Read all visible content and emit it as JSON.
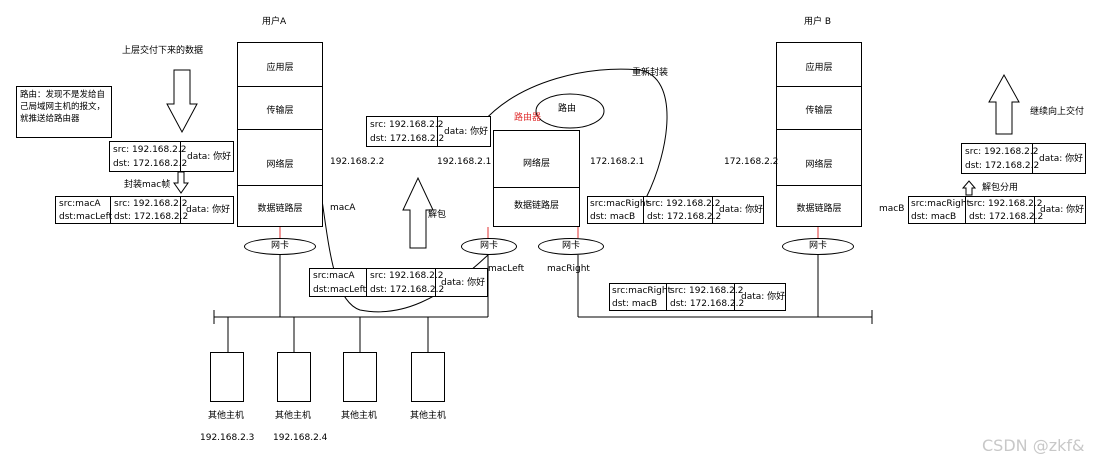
{
  "user_a": {
    "title": "用户A",
    "layers": [
      "应用层",
      "传输层",
      "网络层",
      "数据链路层"
    ],
    "ip": "192.168.2.2",
    "mac": "macA",
    "nic": "网卡"
  },
  "user_b": {
    "title": "用户 B",
    "layers": [
      "应用层",
      "传输层",
      "网络层",
      "数据链路层"
    ],
    "ip": "172.168.2.2",
    "mac": "macB",
    "nic": "网卡"
  },
  "router": {
    "label": "路由器",
    "bubble": "路由",
    "layers": [
      "网络层",
      "数据链路层"
    ],
    "left_ip": "192.168.2.1",
    "right_ip": "172.168.2.1",
    "left_mac": "macLeft",
    "right_mac": "macRight",
    "nic_left": "网卡",
    "nic_right": "网卡",
    "reencap": "重新封装",
    "unpack": "解包"
  },
  "left_notes": {
    "upper_data": "上层交付下来的数据",
    "routing_note": "路由：发现不是发给自己局域网主机的报文，就推送给路由器",
    "encap_mac": "封装mac帧"
  },
  "right_notes": {
    "deliver_up": "继续向上交付",
    "unpack_use": "解包分用"
  },
  "packets": {
    "src_ip": "src: 192.168.2.2",
    "dst_ip": "dst: 172.168.2.2",
    "data": "data: 你好",
    "src_maca": "src:macA",
    "dst_macleft": "dst:macLeft",
    "src_macright": "src:macRight",
    "dst_macb": "dst: macB"
  },
  "hosts": {
    "label": "其他主机",
    "ips": [
      "192.168.2.3",
      "192.168.2.4"
    ]
  },
  "watermark": "CSDN @zkf&"
}
